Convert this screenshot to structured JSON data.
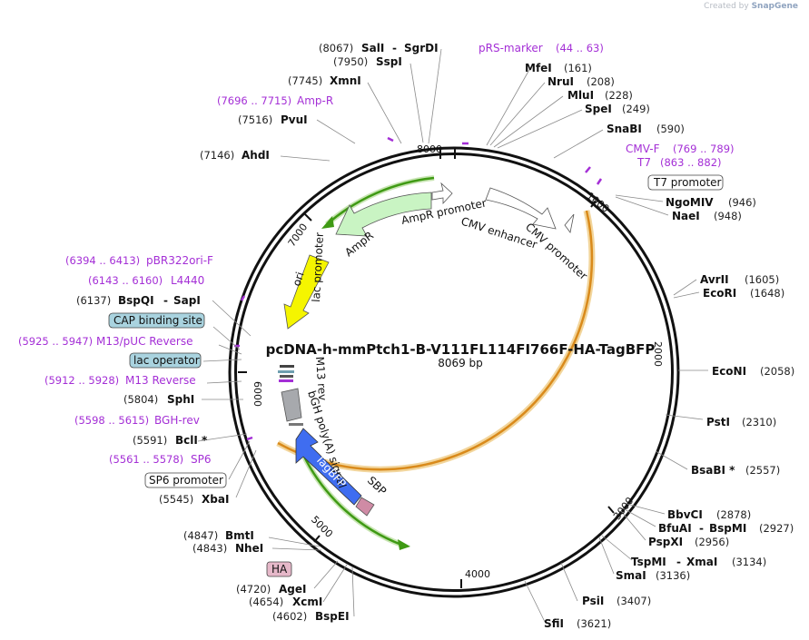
{
  "app": {
    "watermark_prefix": "Created by",
    "watermark_brand": "SnapGene"
  },
  "plasmid": {
    "name": "pcDNA-h-mmPtch1-B-V111FL114FI766F-HA-TagBFP",
    "length_label": "8069 bp",
    "length": 8069
  },
  "ticks": [
    "1000",
    "2000",
    "3000",
    "4000",
    "5000",
    "6000",
    "7000",
    "8000"
  ],
  "enzymes": [
    {
      "pos": "(8067)",
      "name": "SalI",
      "extra": "SgrDI"
    },
    {
      "pos": "(7950)",
      "name": "SspI"
    },
    {
      "pos": "(7745)",
      "name": "XmnI"
    },
    {
      "pos": "(7516)",
      "name": "PvuI"
    },
    {
      "pos": "(7146)",
      "name": "AhdI"
    },
    {
      "pos": "(6137)",
      "name": "BspQI",
      "extra": "SapI"
    },
    {
      "pos": "(5804)",
      "name": "SphI"
    },
    {
      "pos": "(5591)",
      "name": "BclI *"
    },
    {
      "pos": "(5545)",
      "name": "XbaI"
    },
    {
      "pos": "(4847)",
      "name": "BmtI"
    },
    {
      "pos": "(4843)",
      "name": "NheI"
    },
    {
      "pos": "(4720)",
      "name": "AgeI"
    },
    {
      "pos": "(4654)",
      "name": "XcmI"
    },
    {
      "pos": "(4602)",
      "name": "BspEI"
    },
    {
      "pos": "(161)",
      "name": "MfeI"
    },
    {
      "pos": "(208)",
      "name": "NruI"
    },
    {
      "pos": "(228)",
      "name": "MluI"
    },
    {
      "pos": "(249)",
      "name": "SpeI"
    },
    {
      "pos": "(590)",
      "name": "SnaBI"
    },
    {
      "pos": "(946)",
      "name": "NgoMIV"
    },
    {
      "pos": "(948)",
      "name": "NaeI"
    },
    {
      "pos": "(1605)",
      "name": "AvrII"
    },
    {
      "pos": "(1648)",
      "name": "EcoRI"
    },
    {
      "pos": "(2058)",
      "name": "EcoNI"
    },
    {
      "pos": "(2310)",
      "name": "PstI"
    },
    {
      "pos": "(2557)",
      "name": "BsaBI *"
    },
    {
      "pos": "(2878)",
      "name": "BbvCI"
    },
    {
      "pos": "(2927)",
      "name": "BfuAI",
      "extra": "BspMI"
    },
    {
      "pos": "(2956)",
      "name": "PspXI"
    },
    {
      "pos": "(3134)",
      "name": "TspMI",
      "extra": "XmaI"
    },
    {
      "pos": "(3136)",
      "name": "SmaI"
    },
    {
      "pos": "(3407)",
      "name": "PsiI"
    },
    {
      "pos": "(3621)",
      "name": "SfiI"
    }
  ],
  "primers": [
    {
      "name": "pRS-marker",
      "range": "(44 .. 63)"
    },
    {
      "name": "Amp-R",
      "range": "(7696 .. 7715)"
    },
    {
      "name": "CMV-F",
      "range": "(769 .. 789)"
    },
    {
      "name": "T7",
      "range": "(863 .. 882)"
    },
    {
      "name": "pBR322ori-F",
      "range": "(6394 .. 6413)"
    },
    {
      "name": "L4440",
      "range": "(6143 .. 6160)"
    },
    {
      "name": "M13/pUC Reverse",
      "range": "(5925 .. 5947)"
    },
    {
      "name": "M13 Reverse",
      "range": "(5912 .. 5928)"
    },
    {
      "name": "BGH-rev",
      "range": "(5598 .. 5615)"
    },
    {
      "name": "SP6",
      "range": "(5561 .. 5578)"
    }
  ],
  "boxed_features": {
    "t7_promoter": "T7 promoter",
    "cap_binding_site": "CAP binding site",
    "lac_operator": "lac operator",
    "sp6_promoter": "SP6 promoter",
    "ha": "HA"
  },
  "inner_features": {
    "ampr_promoter": "AmpR promoter",
    "ampr": "AmpR",
    "cmv_enhancer": "CMV enhancer",
    "cmv_promoter": "CMV promoter",
    "ori": "ori",
    "lac_promoter": "lac promoter",
    "m13_rev": "M13 rev",
    "bgh": "bGH poly(A) signal",
    "tagbfp": "TagBFP",
    "sbp": "SBP"
  },
  "colors": {
    "backbone": "#111111",
    "primer": "#a42fd6",
    "ampr_fill": "#c9f4c3",
    "ori_fill": "#f5f500",
    "tagbfp_fill": "#3f6df0",
    "insert_ring": "#e6a33c",
    "green_arrow": "#3f9a14",
    "boxed_blue": "#a9d3df",
    "boxed_pink": "#e6b8c9"
  }
}
